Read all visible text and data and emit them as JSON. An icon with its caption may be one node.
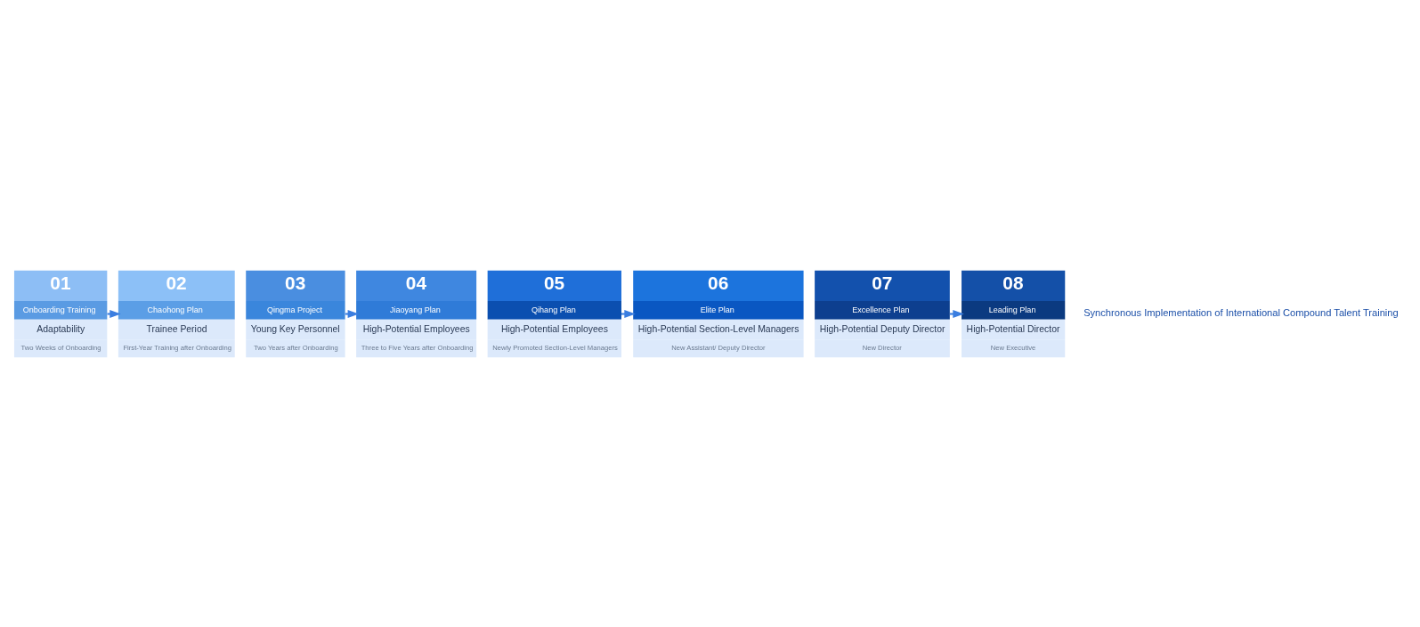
{
  "diagram": {
    "nodes": [
      {
        "text": [
          "01",
          "Onboarding Training",
          "Adaptability",
          "Two Weeks of Onboarding"
        ]
      },
      {
        "text": [
          "02",
          "Chaohong Plan",
          "Trainee Period",
          "First-Year Training after Onboarding"
        ]
      },
      {
        "text": [
          "03",
          "Qingma Project",
          "Young Key Personnel",
          "Two Years after Onboarding"
        ]
      },
      {
        "text": [
          "04",
          "Jiaoyang Plan",
          "High-Potential Employees",
          "Three to Five Years after Onboarding"
        ]
      },
      {
        "text": [
          "05",
          "Qihang Plan",
          "High-Potential Employees",
          "Newly Promoted Section-Level Managers"
        ]
      },
      {
        "text": [
          "06",
          "Elite Plan",
          "High-Potential Section-Level Managers",
          "New Assistant/ Deputy Director"
        ]
      },
      {
        "text": [
          "07",
          "Excellence Plan",
          "High-Potential Deputy Director",
          "New Director"
        ]
      },
      {
        "text": [
          "08",
          "Leading Plan",
          "High-Potential Director",
          "New Executive"
        ]
      }
    ],
    "edges": [
      {
        "from": 0,
        "to": 1,
        "arrow": "to"
      },
      {
        "from": 2,
        "to": 3,
        "arrow": "to"
      },
      {
        "from": 4,
        "to": 5,
        "arrow": "to"
      },
      {
        "from": 6,
        "to": 7,
        "arrow": "to"
      }
    ],
    "labels": [
      "Synchronous Implementation of International Compound Talent Training"
    ]
  }
}
